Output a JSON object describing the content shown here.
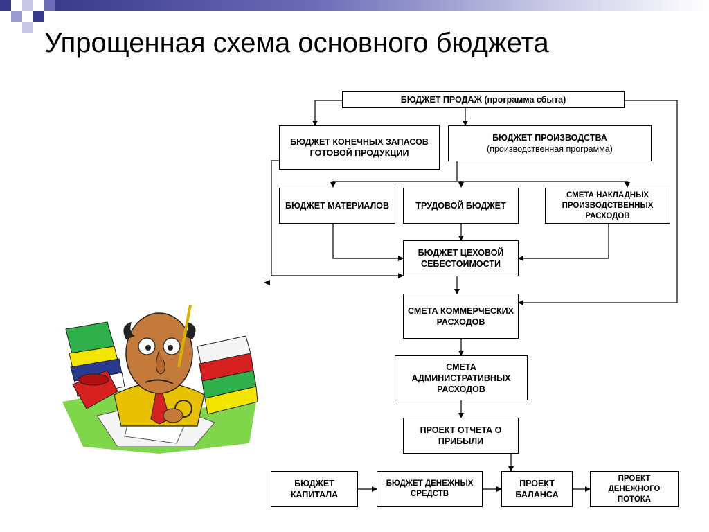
{
  "title": "Упрощенная схема основного бюджета",
  "boxes": {
    "sales": "БЮДЖЕТ ПРОДАЖ (программа сбыта)",
    "inventory": "БЮДЖЕТ КОНЕЧНЫХ ЗАПАСОВ ГОТОВОЙ ПРОДУКЦИИ",
    "production_line1": "БЮДЖЕТ ПРОИЗВОДСТВА",
    "production_line2": "(производственная программа)",
    "materials": "БЮДЖЕТ МАТЕРИАЛОВ",
    "labor": "ТРУДОВОЙ БЮДЖЕТ",
    "overhead": "СМЕТА НАКЛАДНЫХ ПРОИЗВОДСТВЕННЫХ РАСХОДОВ",
    "shop_cost": "БЮДЖЕТ ЦЕХОВОЙ СЕБЕСТОИМОСТИ",
    "commercial": "СМЕТА КОММЕРЧЕСКИХ РАСХОДОВ",
    "admin": "СМЕТА АДМИНИСТРАТИВНЫХ РАСХОДОВ",
    "profit": "ПРОЕКТ ОТЧЕТА О ПРИБЫЛИ",
    "capital": "БЮДЖЕТ КАПИТАЛА",
    "cash": "БЮДЖЕТ ДЕНЕЖНЫХ СРЕДСТВ",
    "balance": "ПРОЕКТ БАЛАНСА",
    "cashflow": "ПРОЕКТ ДЕНЕЖНОГО ПОТОКА"
  },
  "colors": {
    "accent_dark": "#3a3a8c",
    "accent_light": "#9a9ad0"
  },
  "illustration": "stressed-accountant-with-books-clipart"
}
